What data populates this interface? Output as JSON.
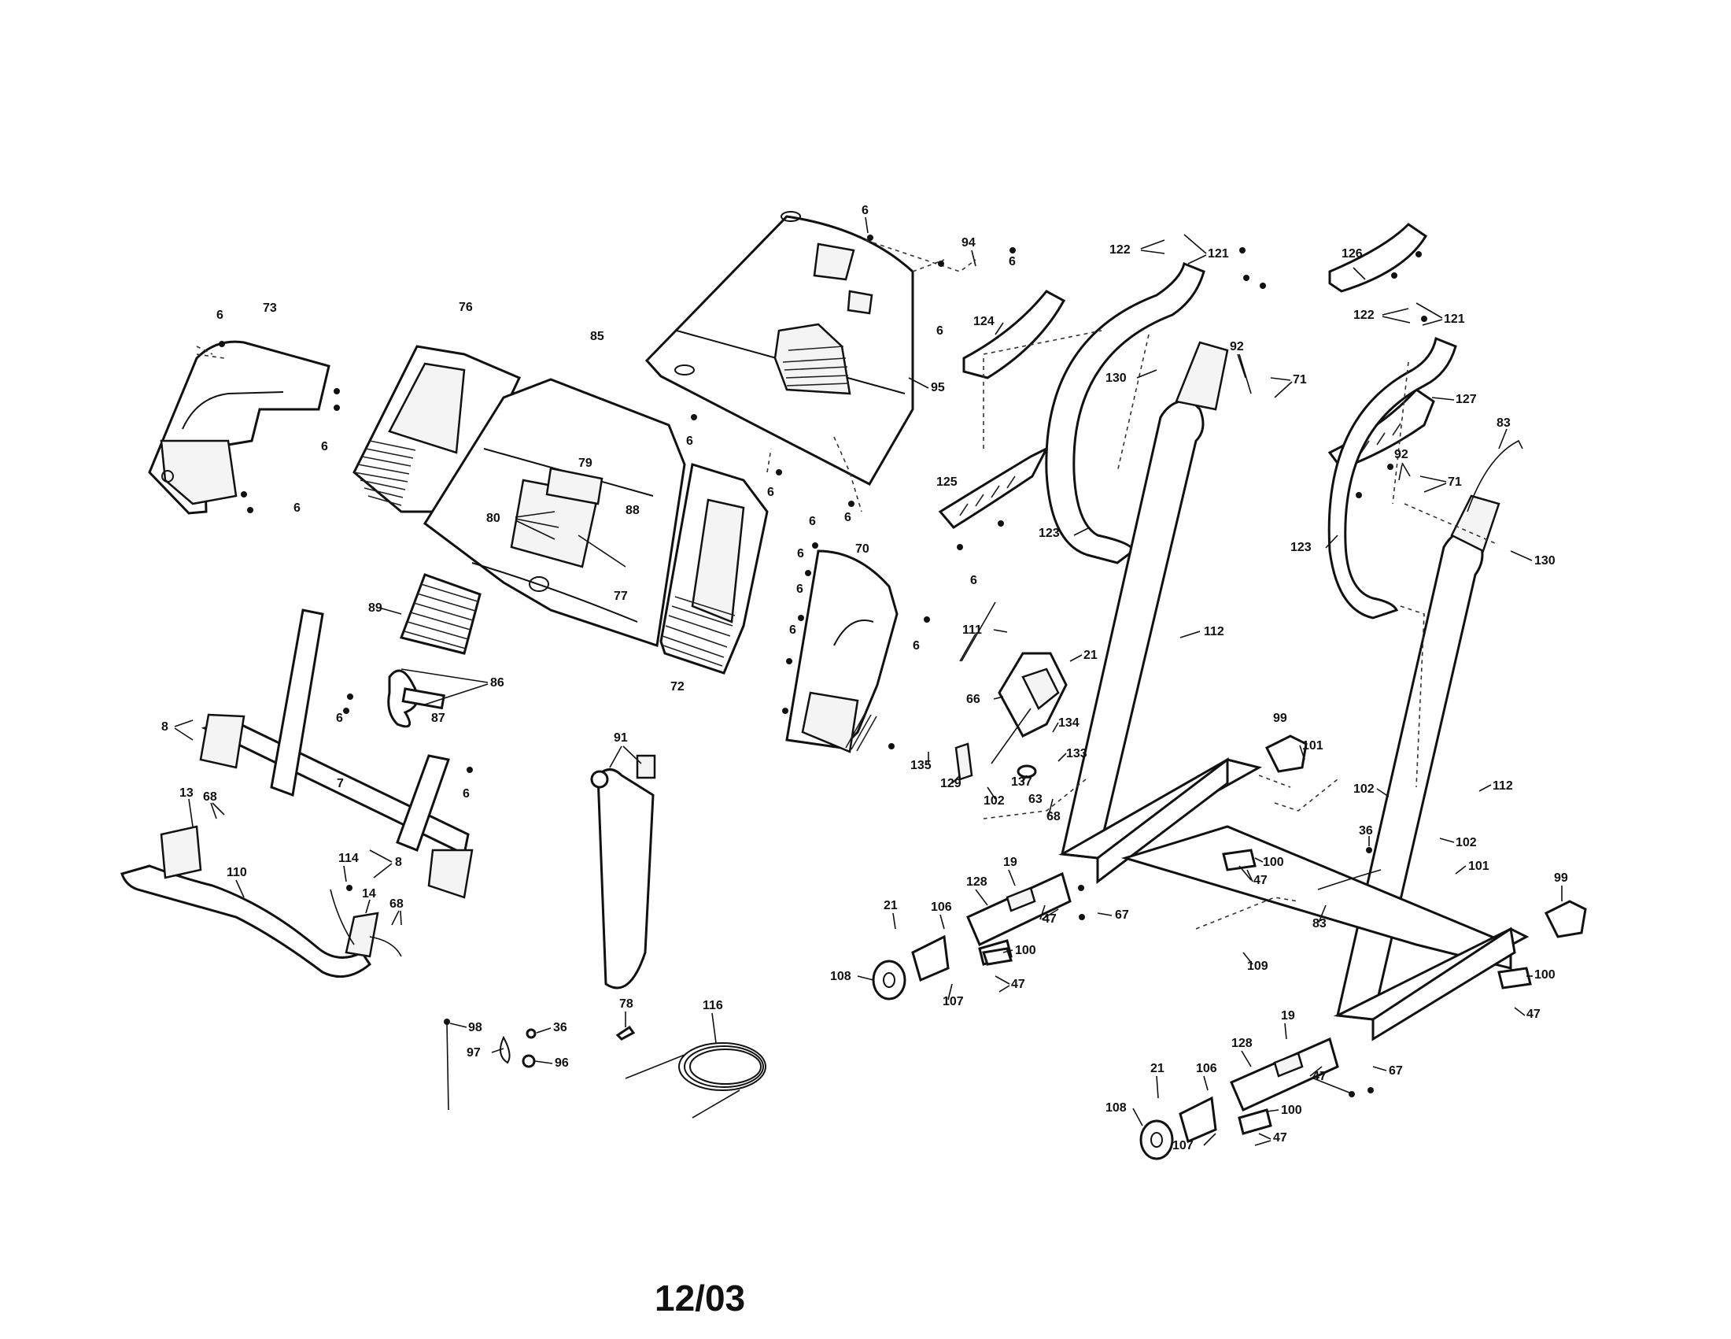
{
  "document": {
    "date_code": "12/03"
  },
  "callouts": [
    {
      "id": "c1",
      "text": "6"
    },
    {
      "id": "c2",
      "text": "94"
    },
    {
      "id": "c3",
      "text": "6"
    },
    {
      "id": "c4",
      "text": "122"
    },
    {
      "id": "c5",
      "text": "121"
    },
    {
      "id": "c6",
      "text": "126"
    },
    {
      "id": "c7",
      "text": "6"
    },
    {
      "id": "c8",
      "text": "73"
    },
    {
      "id": "c9",
      "text": "76"
    },
    {
      "id": "c10",
      "text": "124"
    },
    {
      "id": "c11",
      "text": "6"
    },
    {
      "id": "c12",
      "text": "122"
    },
    {
      "id": "c13",
      "text": "121"
    },
    {
      "id": "c14",
      "text": "85"
    },
    {
      "id": "c15",
      "text": "92"
    },
    {
      "id": "c16",
      "text": "130"
    },
    {
      "id": "c17",
      "text": "71"
    },
    {
      "id": "c18",
      "text": "95"
    },
    {
      "id": "c19",
      "text": "127"
    },
    {
      "id": "c20",
      "text": "6"
    },
    {
      "id": "c21",
      "text": "83"
    },
    {
      "id": "c22",
      "text": "6"
    },
    {
      "id": "c23",
      "text": "79"
    },
    {
      "id": "c24",
      "text": "125"
    },
    {
      "id": "c25",
      "text": "92"
    },
    {
      "id": "c26",
      "text": "71"
    },
    {
      "id": "c27",
      "text": "6"
    },
    {
      "id": "c28",
      "text": "6"
    },
    {
      "id": "c29",
      "text": "80"
    },
    {
      "id": "c30",
      "text": "88"
    },
    {
      "id": "c31",
      "text": "6"
    },
    {
      "id": "c32",
      "text": "6"
    },
    {
      "id": "c33",
      "text": "123"
    },
    {
      "id": "c34",
      "text": "123"
    },
    {
      "id": "c35",
      "text": "130"
    },
    {
      "id": "c36",
      "text": "70"
    },
    {
      "id": "c37",
      "text": "6"
    },
    {
      "id": "c38",
      "text": "77"
    },
    {
      "id": "c39",
      "text": "6"
    },
    {
      "id": "c40",
      "text": "89"
    },
    {
      "id": "c41",
      "text": "111"
    },
    {
      "id": "c42",
      "text": "112"
    },
    {
      "id": "c43",
      "text": "6"
    },
    {
      "id": "c44",
      "text": "21"
    },
    {
      "id": "c45",
      "text": "6"
    },
    {
      "id": "c46",
      "text": "86"
    },
    {
      "id": "c47",
      "text": "72"
    },
    {
      "id": "c48",
      "text": "66"
    },
    {
      "id": "c49",
      "text": "6"
    },
    {
      "id": "c50",
      "text": "87"
    },
    {
      "id": "c51",
      "text": "8"
    },
    {
      "id": "c52",
      "text": "91"
    },
    {
      "id": "c53",
      "text": "134"
    },
    {
      "id": "c54",
      "text": "99"
    },
    {
      "id": "c55",
      "text": "6"
    },
    {
      "id": "c56",
      "text": "133"
    },
    {
      "id": "c57",
      "text": "101"
    },
    {
      "id": "c58",
      "text": "135"
    },
    {
      "id": "c59",
      "text": "7"
    },
    {
      "id": "c60",
      "text": "129"
    },
    {
      "id": "c61",
      "text": "137"
    },
    {
      "id": "c62",
      "text": "102"
    },
    {
      "id": "c63",
      "text": "112"
    },
    {
      "id": "c64",
      "text": "6"
    },
    {
      "id": "c65",
      "text": "13"
    },
    {
      "id": "c66",
      "text": "68"
    },
    {
      "id": "c67",
      "text": "102"
    },
    {
      "id": "c68",
      "text": "63"
    },
    {
      "id": "c69",
      "text": "68"
    },
    {
      "id": "c70",
      "text": "36"
    },
    {
      "id": "c71",
      "text": "100"
    },
    {
      "id": "c72",
      "text": "102"
    },
    {
      "id": "c73",
      "text": "114"
    },
    {
      "id": "c74",
      "text": "8"
    },
    {
      "id": "c75",
      "text": "110"
    },
    {
      "id": "c76",
      "text": "19"
    },
    {
      "id": "c77",
      "text": "47"
    },
    {
      "id": "c78",
      "text": "101"
    },
    {
      "id": "c79",
      "text": "99"
    },
    {
      "id": "c80",
      "text": "128"
    },
    {
      "id": "c81",
      "text": "14"
    },
    {
      "id": "c82",
      "text": "68"
    },
    {
      "id": "c83",
      "text": "21"
    },
    {
      "id": "c84",
      "text": "106"
    },
    {
      "id": "c85",
      "text": "47"
    },
    {
      "id": "c86",
      "text": "67"
    },
    {
      "id": "c87",
      "text": "83"
    },
    {
      "id": "c88",
      "text": "100"
    },
    {
      "id": "c89",
      "text": "109"
    },
    {
      "id": "c90",
      "text": "108"
    },
    {
      "id": "c91",
      "text": "47"
    },
    {
      "id": "c92",
      "text": "100"
    },
    {
      "id": "c93",
      "text": "107"
    },
    {
      "id": "c94",
      "text": "78"
    },
    {
      "id": "c95",
      "text": "116"
    },
    {
      "id": "c96",
      "text": "47"
    },
    {
      "id": "c97",
      "text": "98"
    },
    {
      "id": "c98",
      "text": "36"
    },
    {
      "id": "c99",
      "text": "19"
    },
    {
      "id": "c100",
      "text": "97"
    },
    {
      "id": "c101",
      "text": "96"
    },
    {
      "id": "c102",
      "text": "128"
    },
    {
      "id": "c103",
      "text": "21"
    },
    {
      "id": "c104",
      "text": "106"
    },
    {
      "id": "c105",
      "text": "47"
    },
    {
      "id": "c106",
      "text": "67"
    },
    {
      "id": "c107",
      "text": "100"
    },
    {
      "id": "c108",
      "text": "108"
    },
    {
      "id": "c109",
      "text": "107"
    },
    {
      "id": "c110",
      "text": "47"
    }
  ]
}
